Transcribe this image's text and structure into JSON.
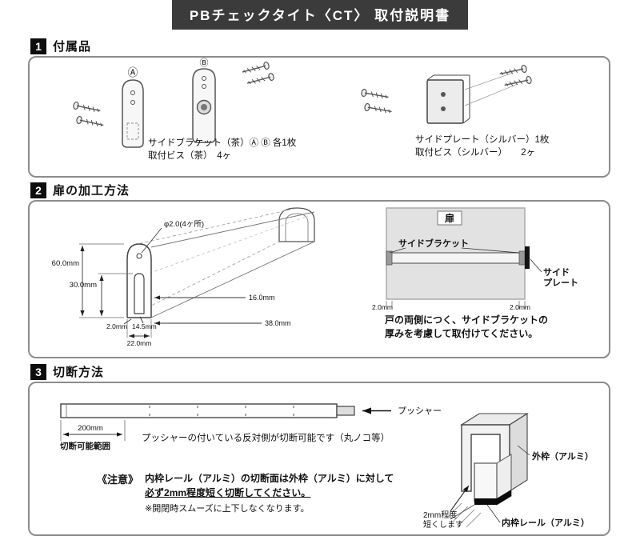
{
  "title": "PBチェックタイト〈CT〉 取付説明書",
  "sections": {
    "s1": {
      "num": "1",
      "heading": "付属品",
      "label_a": "Ⓐ",
      "label_b": "Ⓑ",
      "left_caption_1": "サイドブラケット（茶）Ⓐ Ⓑ 各1枚",
      "left_caption_2": "取付ビス（茶）　4ヶ",
      "right_caption_1": "サイドプレート（シルバー）1枚",
      "right_caption_2": "取付ビス（シルバー）　　2ヶ"
    },
    "s2": {
      "num": "2",
      "heading": "扉の加工方法",
      "phi_label": "φ2.0(4ヶ所)",
      "dim_60": "60.0mm",
      "dim_30": "30.0mm",
      "dim_2": "2.0mm",
      "dim_145": "14.5mm",
      "dim_22": "22.0mm",
      "dim_16": "16.0mm",
      "dim_38": "38.0mm",
      "door_label": "扉",
      "bracket_label": "サイドブラケット",
      "plate_label_1": "サイド",
      "plate_label_2": "プレート",
      "dim_left_2": "2.0mm",
      "dim_right_2": "2.0mm",
      "note_1": "戸の両側につく、サイドブラケットの",
      "note_2": "厚みを考慮して取付けてください。"
    },
    "s3": {
      "num": "3",
      "heading": "切断方法",
      "pusher_label": "プッシャー",
      "dim_200": "200mm",
      "range_label": "切断可能範囲",
      "caption": "プッシャーの付いている反対側が切断可能です（丸ノコ等）",
      "notice_label": "《注意》",
      "notice_1": "内枠レール（アルミ）の切断面は外枠（アルミ）に対して",
      "notice_2": "必ず2mm程度短く切断してください。",
      "notice_3": "※開閉時スムーズに上下しなくなります。",
      "outer_frame_label": "外枠（アルミ）",
      "inner_rail_label": "内枠レール（アルミ）",
      "short_label_1": "2mm程度",
      "short_label_2": "短くします"
    }
  }
}
